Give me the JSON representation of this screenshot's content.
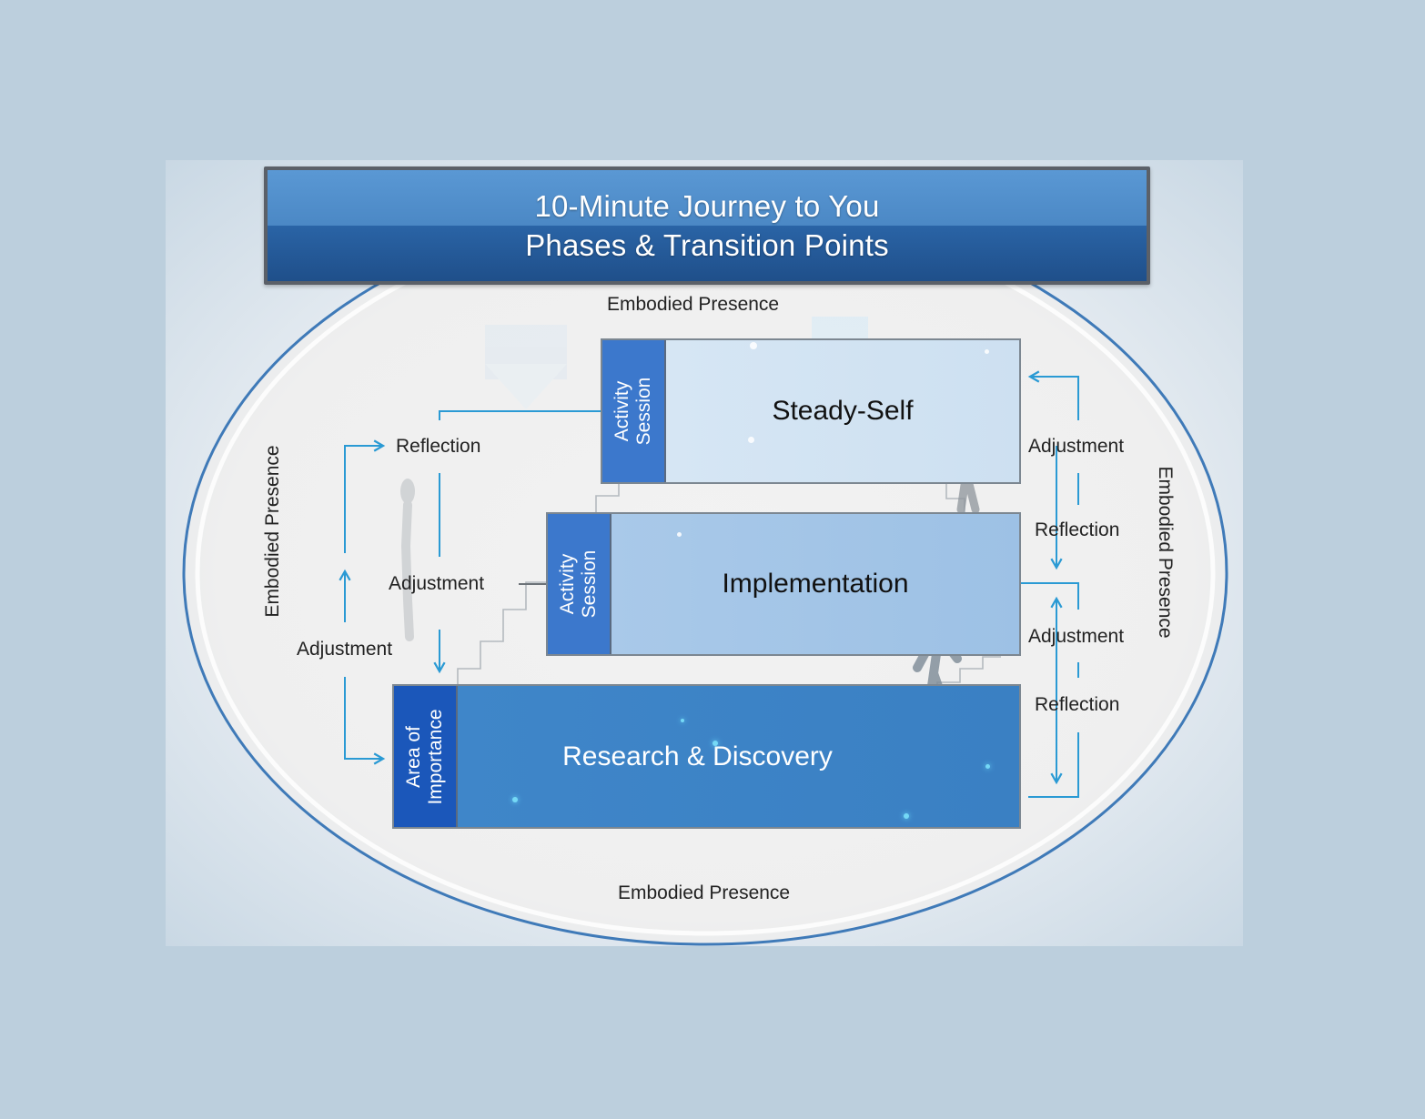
{
  "title": {
    "line1": "10-Minute Journey to You",
    "line2": "Phases & Transition Points"
  },
  "colors": {
    "background": "#bccfdd",
    "title_top": "#5a98d4",
    "title_bottom": "#1f4f8a",
    "ellipse_stroke": "#3f7ab8",
    "arrow": "#2a9ad4",
    "side_tab": "#3c78cc",
    "research_tab": "#1b57ba"
  },
  "outer_labels": {
    "top": "Embodied Presence",
    "bottom": "Embodied Presence",
    "left": "Embodied Presence",
    "right": "Embodied Presence"
  },
  "phases": [
    {
      "id": "steady-self",
      "tab_label_1": "Activity",
      "tab_label_2": "Session",
      "name": "Steady-Self",
      "level": 3
    },
    {
      "id": "implementation",
      "tab_label_1": "Activity",
      "tab_label_2": "Session",
      "name": "Implementation",
      "level": 2
    },
    {
      "id": "research",
      "tab_label_1": "Area of",
      "tab_label_2": "Importance",
      "name": "Research & Discovery",
      "level": 1
    }
  ],
  "left_transitions": {
    "reflection": "Reflection",
    "inner_adjustment": "Adjustment",
    "outer_adjustment": "Adjustment"
  },
  "right_transitions": {
    "adjustment_1": "Adjustment",
    "reflection_1": "Reflection",
    "adjustment_2": "Adjustment",
    "reflection_2": "Reflection"
  },
  "icons": [
    "walking-figure-icon",
    "standing-figure-icon",
    "staircase-icon"
  ]
}
